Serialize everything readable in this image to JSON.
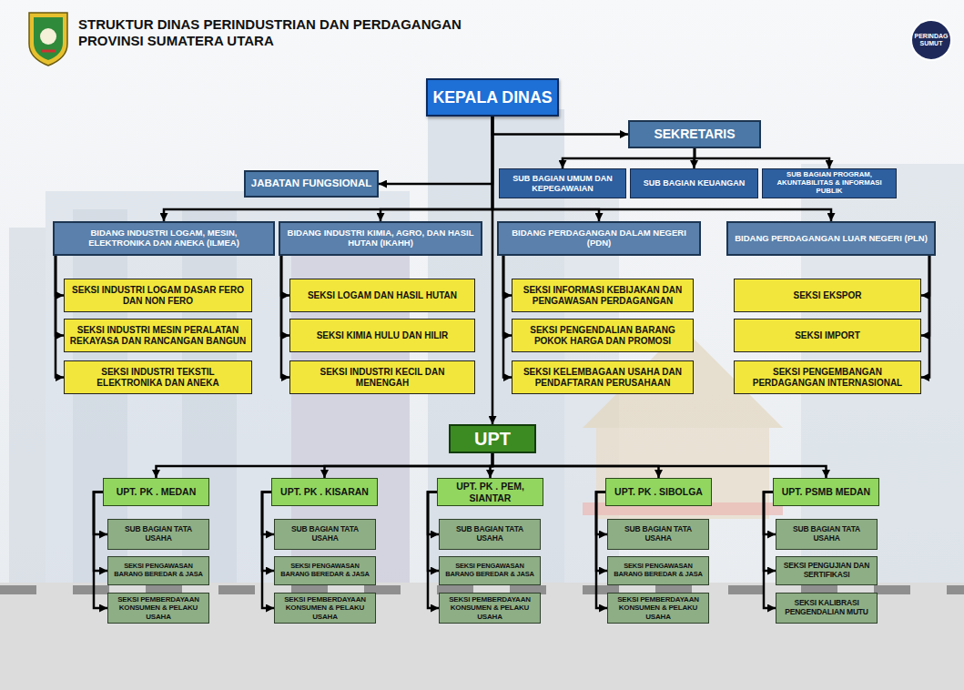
{
  "diagram": {
    "title": "STRUKTUR DINAS PERINDUSTRIAN DAN PERDAGANGAN PROVINSI SUMATERA UTARA",
    "nodes": [
      {
        "text": [
          "KEPALA DINAS"
        ]
      },
      {
        "text": [
          "SEKRETARIS"
        ]
      },
      {
        "text": [
          "JABATAN FUNGSIONAL"
        ]
      },
      {
        "text": [
          "SUB BAGIAN UMUM DAN KEPEGAWAIAN"
        ]
      },
      {
        "text": [
          "SUB BAGIAN KEUANGAN"
        ]
      },
      {
        "text": [
          "SUB BAGIAN PROGRAM, AKUNTABILITAS & INFORMASI PUBLIK"
        ]
      },
      {
        "text": [
          "BIDANG INDUSTRI LOGAM, MESIN, ELEKTRONIKA DAN ANEKA (ILMEA)"
        ]
      },
      {
        "text": [
          "BIDANG INDUSTRI KIMIA, AGRO, DAN HASIL HUTAN (IKAHH)"
        ]
      },
      {
        "text": [
          "BIDANG PERDAGANGAN DALAM NEGERI (PDN)"
        ]
      },
      {
        "text": [
          "BIDANG PERDAGANGAN LUAR NEGERI (PLN)"
        ]
      },
      {
        "text": [
          "SEKSI INDUSTRI LOGAM DASAR FERO DAN NON FERO"
        ]
      },
      {
        "text": [
          "SEKSI INDUSTRI MESIN PERALATAN REKAYASA DAN RANCANGAN BANGUN"
        ]
      },
      {
        "text": [
          "SEKSI INDUSTRI TEKSTIL ELEKTRONIKA DAN ANEKA"
        ]
      },
      {
        "text": [
          "SEKSI LOGAM DAN HASIL HUTAN"
        ]
      },
      {
        "text": [
          "SEKSI KIMIA HULU DAN HILIR"
        ]
      },
      {
        "text": [
          "SEKSI INDUSTRI KECIL DAN MENENGAH"
        ]
      },
      {
        "text": [
          "SEKSI INFORMASI KEBIJAKAN DAN PENGAWASAN PERDAGANGAN"
        ]
      },
      {
        "text": [
          "SEKSI PENGENDALIAN BARANG POKOK HARGA DAN PROMOSI"
        ]
      },
      {
        "text": [
          "SEKSI KELEMBAGAAN USAHA DAN PENDAFTARAN PERUSAHAAN"
        ]
      },
      {
        "text": [
          "SEKSI EKSPOR"
        ]
      },
      {
        "text": [
          "SEKSI IMPORT"
        ]
      },
      {
        "text": [
          "SEKSI PENGEMBANGAN PERDAGANGAN INTERNASIONAL"
        ]
      },
      {
        "text": [
          "UPT"
        ]
      },
      {
        "text": [
          "UPT. PK . MEDAN"
        ]
      },
      {
        "text": [
          "UPT. PK . KISARAN"
        ]
      },
      {
        "text": [
          "UPT. PK . PEM, SIANTAR"
        ]
      },
      {
        "text": [
          "UPT. PK . SIBOLGA"
        ]
      },
      {
        "text": [
          "UPT. PSMB MEDAN"
        ]
      },
      {
        "text": [
          "SUB BAGIAN TATA USAHA"
        ]
      },
      {
        "text": [
          "SEKSI PENGAWASAN BARANG BEREDAR & JASA"
        ]
      },
      {
        "text": [
          "SEKSI PEMBERDAYAAN KONSUMEN & PELAKU USAHA"
        ]
      },
      {
        "text": [
          "SUB BAGIAN TATA USAHA"
        ]
      },
      {
        "text": [
          "SEKSI PENGAWASAN BARANG BEREDAR & JASA"
        ]
      },
      {
        "text": [
          "SEKSI PEMBERDAYAAN KONSUMEN & PELAKU USAHA"
        ]
      },
      {
        "text": [
          "SUB BAGIAN TATA USAHA"
        ]
      },
      {
        "text": [
          "SEKSI PENGAWASAN BARANG BEREDAR & JASA"
        ]
      },
      {
        "text": [
          "SEKSI PEMBERDAYAAN KONSUMEN & PELAKU USAHA"
        ]
      },
      {
        "text": [
          "SUB BAGIAN TATA USAHA"
        ]
      },
      {
        "text": [
          "SEKSI PENGAWASAN BARANG BEREDAR & JASA"
        ]
      },
      {
        "text": [
          "SEKSI PEMBERDAYAAN KONSUMEN & PELAKU USAHA"
        ]
      },
      {
        "text": [
          "SUB BAGIAN TATA USAHA"
        ]
      },
      {
        "text": [
          "SEKSI PENGUJIAN DAN SERTIFIKASI"
        ]
      },
      {
        "text": [
          "SEKSI KALIBRASI PENGENDALIAN MUTU"
        ]
      }
    ],
    "edges": [
      {
        "from": 0,
        "to": 1,
        "arrow": "to"
      },
      {
        "from": 0,
        "to": 2,
        "arrow": "to"
      },
      {
        "from": 1,
        "to": 3,
        "arrow": "to"
      },
      {
        "from": 1,
        "to": 4,
        "arrow": "to"
      },
      {
        "from": 1,
        "to": 5,
        "arrow": "to"
      },
      {
        "from": 0,
        "to": 6,
        "arrow": "to"
      },
      {
        "from": 0,
        "to": 7,
        "arrow": "to"
      },
      {
        "from": 0,
        "to": 8,
        "arrow": "to"
      },
      {
        "from": 0,
        "to": 9,
        "arrow": "to"
      },
      {
        "from": 6,
        "to": 10,
        "arrow": "to"
      },
      {
        "from": 6,
        "to": 11,
        "arrow": "to"
      },
      {
        "from": 6,
        "to": 12,
        "arrow": "to"
      },
      {
        "from": 7,
        "to": 13,
        "arrow": "to"
      },
      {
        "from": 7,
        "to": 14,
        "arrow": "to"
      },
      {
        "from": 7,
        "to": 15,
        "arrow": "to"
      },
      {
        "from": 8,
        "to": 16,
        "arrow": "to"
      },
      {
        "from": 8,
        "to": 17,
        "arrow": "to"
      },
      {
        "from": 8,
        "to": 18,
        "arrow": "to"
      },
      {
        "from": 9,
        "to": 19,
        "arrow": "to"
      },
      {
        "from": 9,
        "to": 20,
        "arrow": "to"
      },
      {
        "from": 9,
        "to": 21,
        "arrow": "to"
      },
      {
        "from": 0,
        "to": 22,
        "arrow": "to"
      },
      {
        "from": 22,
        "to": 23,
        "arrow": "to"
      },
      {
        "from": 22,
        "to": 24,
        "arrow": "to"
      },
      {
        "from": 22,
        "to": 25,
        "arrow": "to"
      },
      {
        "from": 22,
        "to": 26,
        "arrow": "to"
      },
      {
        "from": 22,
        "to": 27,
        "arrow": "to"
      },
      {
        "from": 23,
        "to": 28,
        "arrow": "to"
      },
      {
        "from": 23,
        "to": 29,
        "arrow": "to"
      },
      {
        "from": 23,
        "to": 30,
        "arrow": "to"
      },
      {
        "from": 24,
        "to": 31,
        "arrow": "to"
      },
      {
        "from": 24,
        "to": 32,
        "arrow": "to"
      },
      {
        "from": 24,
        "to": 33,
        "arrow": "to"
      },
      {
        "from": 25,
        "to": 34,
        "arrow": "to"
      },
      {
        "from": 25,
        "to": 35,
        "arrow": "to"
      },
      {
        "from": 25,
        "to": 36,
        "arrow": "to"
      },
      {
        "from": 26,
        "to": 37,
        "arrow": "to"
      },
      {
        "from": 26,
        "to": 38,
        "arrow": "to"
      },
      {
        "from": 26,
        "to": 39,
        "arrow": "to"
      },
      {
        "from": 27,
        "to": 40,
        "arrow": "to"
      },
      {
        "from": 27,
        "to": 41,
        "arrow": "to"
      },
      {
        "from": 27,
        "to": 42,
        "arrow": "to"
      }
    ],
    "labels": [
      "PERINDAG SUMUT"
    ]
  }
}
